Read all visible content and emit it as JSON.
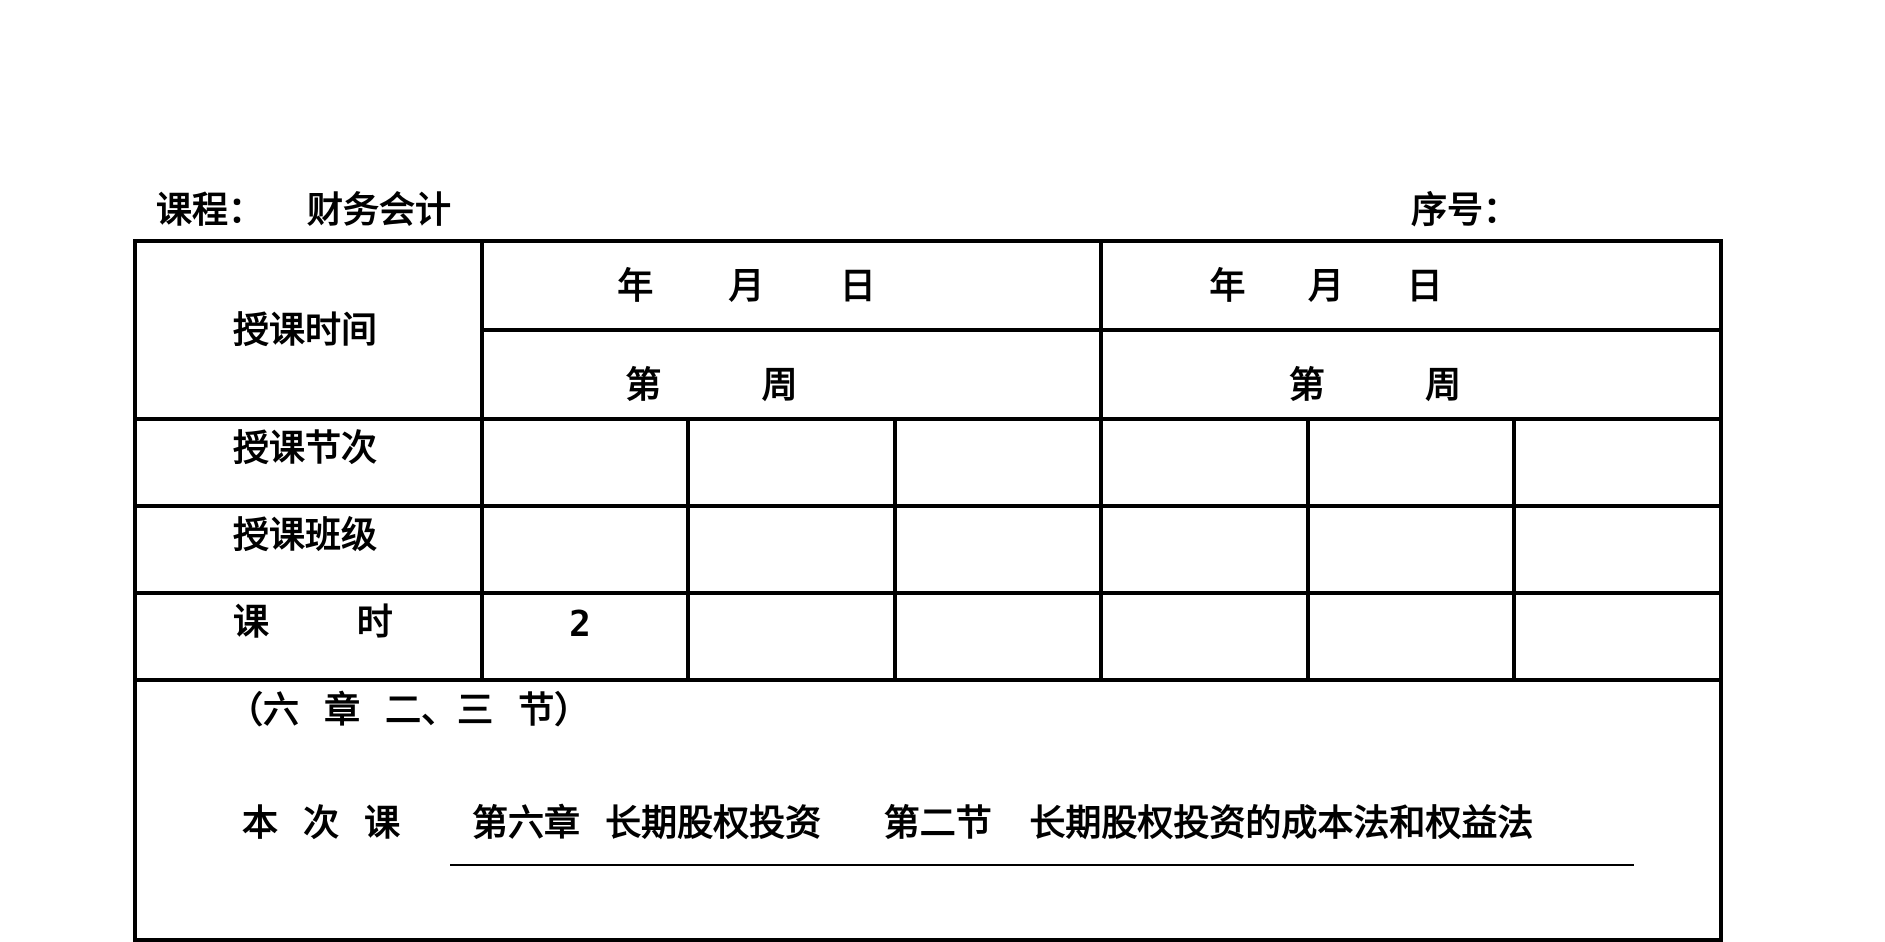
{
  "header": {
    "course_label": "课程：",
    "course_name": "财务会计",
    "serial_label": "序号："
  },
  "table": {
    "row_time_label": "授课时间",
    "date_left": "年      月      日",
    "date_right": "年     月     日",
    "week_left": "第        周",
    "week_right": "第        周",
    "row_period_label": "授课节次",
    "row_class_label": "授课班级",
    "row_hours_label": "课       时",
    "hours_value": "2"
  },
  "content": {
    "chapter_note": "（六  章  二、三  节）",
    "topic_label": "本  次  课",
    "topic_text": "第六章  长期股权投资     第二节   长期股权投资的成本法和权益法"
  }
}
